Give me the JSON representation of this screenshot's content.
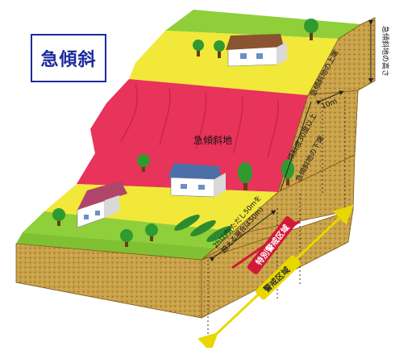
{
  "title": "急傾斜",
  "labels": {
    "slope_area": "急傾斜地",
    "slope_height": "急傾斜地の高さ",
    "slope_top": "急傾斜地の上端",
    "ten_m": "10m",
    "angle": "傾斜度30度以上",
    "slope_bottom": "急傾斜地の下端",
    "within_line1": "2h以内(ただし50mを",
    "within_line2": "超える場合は50m)",
    "special_zone": "特別警戒区域",
    "warning_zone": "警戒区域"
  },
  "colors": {
    "green": "#8fcf3a",
    "yellow": "#f2e83a",
    "red": "#e8335a",
    "soil": "#c9a24a",
    "special_zone": "#d11a3a",
    "warning_zone": "#f2e200",
    "title_border": "#1b2a9e"
  }
}
